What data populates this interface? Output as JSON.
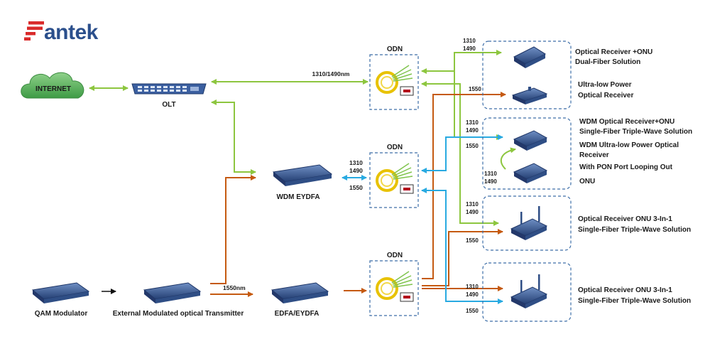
{
  "logo": {
    "text": "antek",
    "mark_color": "#d92a2a",
    "text_color": "#2b4f8c"
  },
  "nodes": {
    "internet": "INTERNET",
    "olt": "OLT",
    "wdm_eydfa": "WDM EYDFA",
    "qam": "QAM Modulator",
    "transmitter": "External Modulated optical Transmitter",
    "edfa": "EDFA/EYDFA",
    "odn_top": "ODN",
    "odn_mid": "ODN",
    "odn_bot": "ODN"
  },
  "links": {
    "olt_odn": "1310/1490nm",
    "tx_edfa": "1550nm",
    "mid_1310": "1310",
    "mid_1490": "1490",
    "mid_1550": "1550"
  },
  "groups": [
    {
      "w1": "1310",
      "w2": "1490",
      "w3": "1550",
      "label1_line1": "Optical Receiver +ONU",
      "label1_line2": "Dual-Fiber Solution",
      "label2_line1": "Ultra-low Power",
      "label2_line2": "Optical Receiver"
    },
    {
      "w1": "1310",
      "w2": "1490",
      "w3": "1550",
      "w4": "1310",
      "w5": "1490",
      "label1_line1": "WDM Optical Receiver+ONU",
      "label1_line2": "Single-Fiber Triple-Wave Solution",
      "label2_line1": "WDM Ultra-low Power Optical",
      "label2_line2": "Receiver",
      "label3": "With PON Port Looping Out",
      "label4": "ONU"
    },
    {
      "w1": "1310",
      "w2": "1490",
      "w3": "1550",
      "label1_line1": "Optical Receiver ONU 3-In-1",
      "label1_line2": "Single-Fiber Triple-Wave Solution"
    },
    {
      "w1": "1310",
      "w2": "1490",
      "w3": "1550",
      "label1_line1": "Optical Receiver ONU 3-In-1",
      "label1_line2": "Single-Fiber Triple-Wave Solution"
    }
  ],
  "colors": {
    "green": "#8dc63f",
    "orange": "#c55a11",
    "blue": "#29aae1",
    "box_border": "#3d6ea8",
    "device": "#2f5490"
  }
}
